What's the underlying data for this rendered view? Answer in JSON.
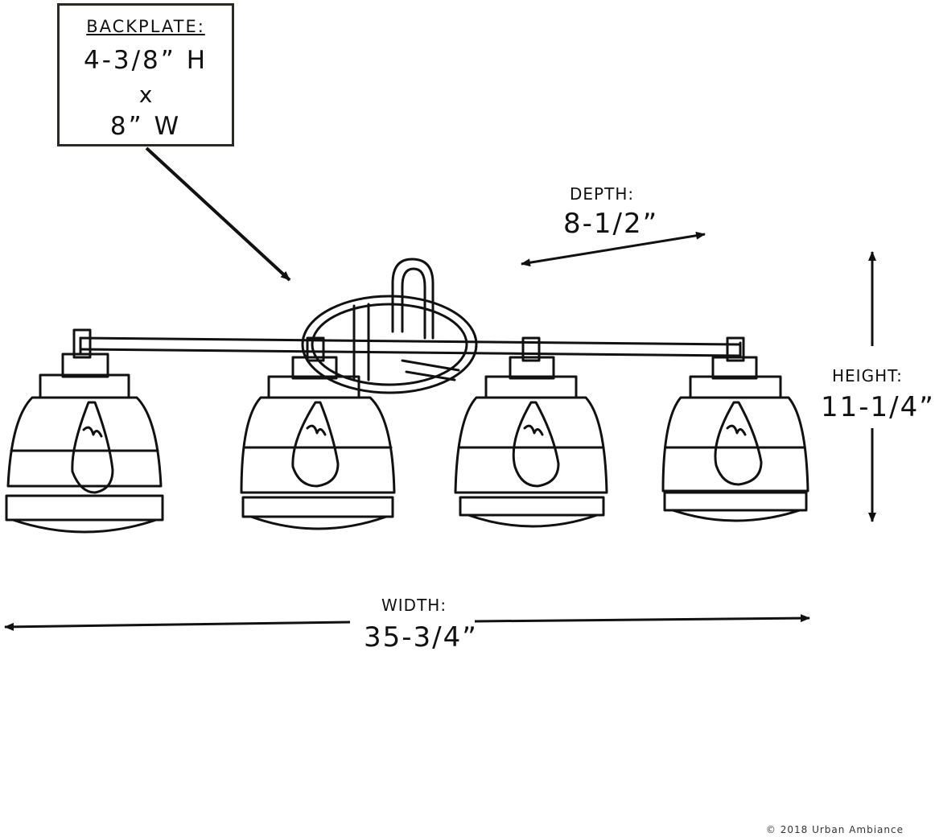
{
  "backplate": {
    "title": "BACKPLATE:",
    "height": "4-3/8” H",
    "times": "x",
    "width": "8” W"
  },
  "depth": {
    "label": "DEPTH:",
    "value": "8-1/2”"
  },
  "height": {
    "label": "HEIGHT:",
    "value": "11-1/4”"
  },
  "width": {
    "label": "WIDTH:",
    "value": "35-3/4”"
  },
  "copyright": "© 2018 Urban Ambiance",
  "colors": {
    "line": "#111111",
    "box_border": "#2a2a22",
    "background": "#ffffff"
  },
  "fixture": {
    "light_count": 4,
    "style": "vanity light with clear glass shades"
  }
}
